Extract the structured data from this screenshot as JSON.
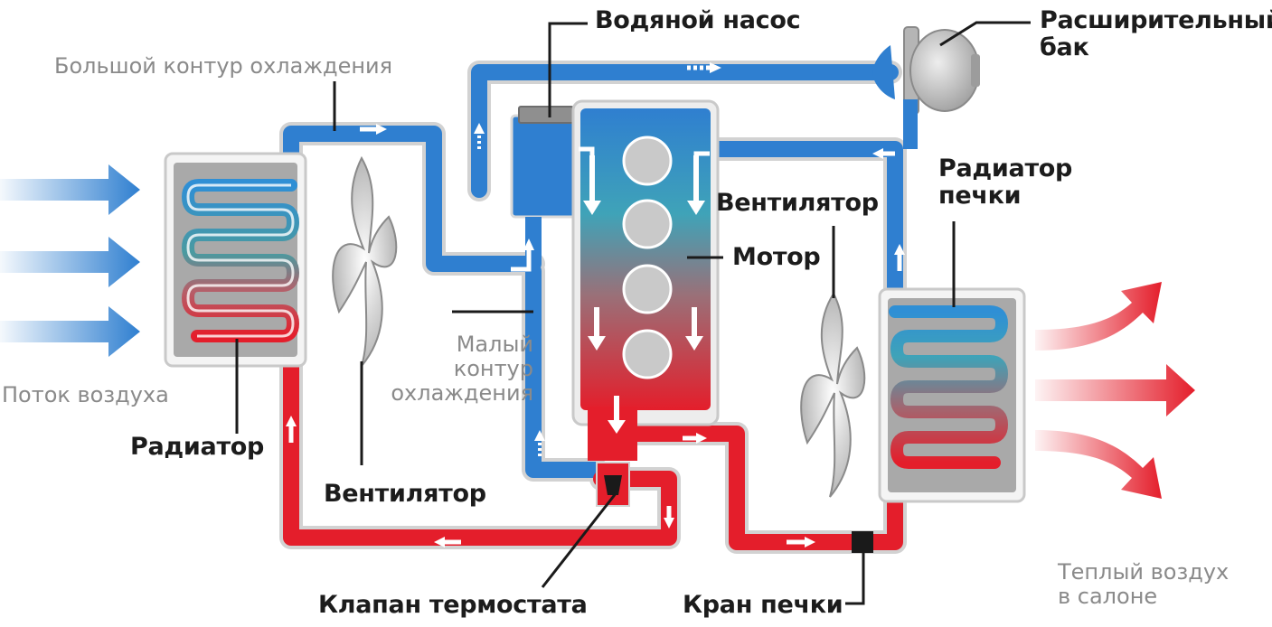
{
  "colors": {
    "cold": "#2f7fd0",
    "cold_dark": "#1e63b3",
    "hot": "#e41e2b",
    "warm_mid": "#9a7078",
    "teal_mid": "#3fa3b8",
    "housing": "#f0f0f0",
    "outline": "#c9c9c9"
  },
  "labels": {
    "water_pump": "Водяной насос",
    "expansion_tank_line1": "Расширительный",
    "expansion_tank_line2": "бак",
    "big_circuit": "Большой контур охлаждения",
    "heater_radiator_line1": "Радиатор",
    "heater_radiator_line2": "печки",
    "fan_right": "Вентилятор",
    "motor": "Мотор",
    "small_circuit_line1": "Малый",
    "small_circuit_line2": "контур",
    "small_circuit_line3": "охлаждения",
    "air_flow": "Поток воздуха",
    "radiator": "Радиатор",
    "fan_left": "Вентилятор",
    "thermostat_valve": "Клапан термостата",
    "heater_valve": "Кран печки",
    "warm_air_line1": "Теплый воздух",
    "warm_air_line2": "в салоне"
  }
}
